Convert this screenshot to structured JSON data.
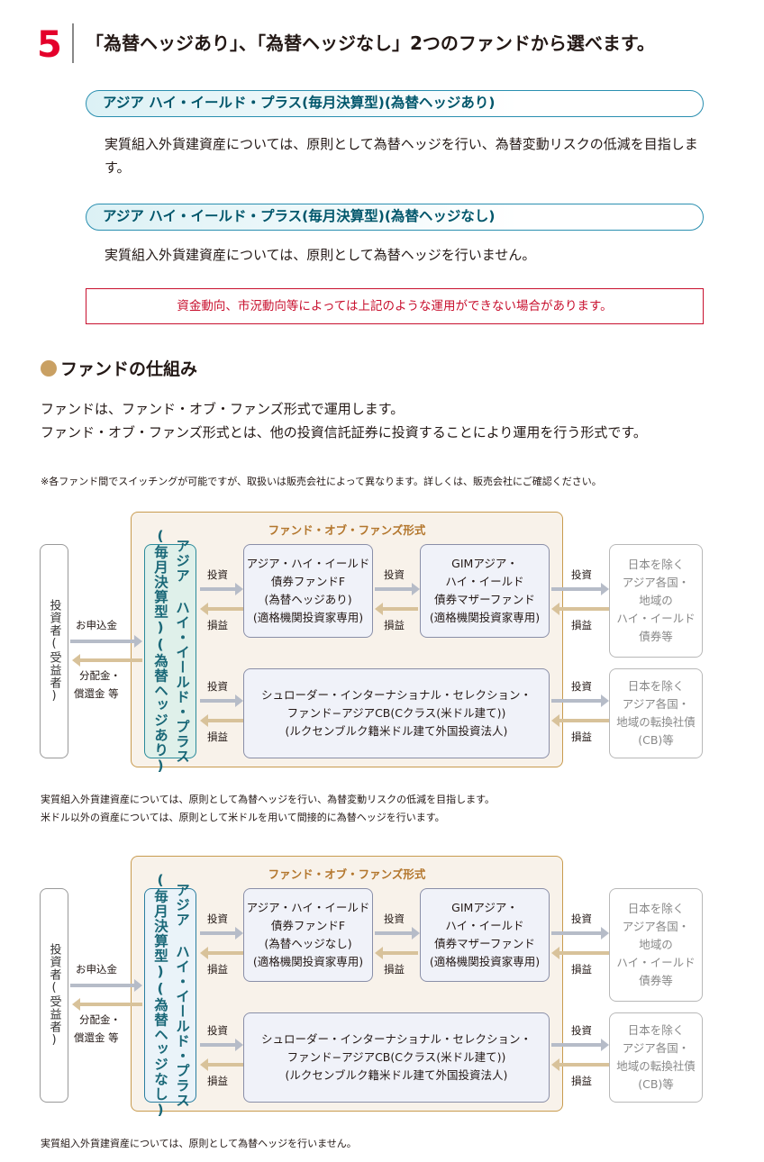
{
  "section": {
    "number": "5",
    "title": "「為替ヘッジあり」、「為替ヘッジなし」2つのファンドから選べます。"
  },
  "fund_hedged": {
    "title": "アジア ハイ・イールド・プラス(毎月決算型)(為替ヘッジあり)",
    "description": "実質組入外貨建資産については、原則として為替ヘッジを行い、為替変動リスクの低減を目指します。"
  },
  "fund_unhedged": {
    "title": "アジア ハイ・イールド・プラス(毎月決算型)(為替ヘッジなし)",
    "description": "実質組入外貨建資産については、原則として為替ヘッジを行いません。"
  },
  "warning": "資金動向、市況動向等によっては上記のような運用ができない場合があります。",
  "structure": {
    "heading": "ファンドの仕組み",
    "lines": [
      "ファンドは、ファンド・オブ・ファンズ形式で運用します。",
      "ファンド・オブ・ファンズ形式とは、他の投資信託証券に投資することにより運用を行う形式です。"
    ],
    "note": "※各ファンド間でスイッチングが可能ですが、取扱いは販売会社によって異なります。詳しくは、販売会社にご確認ください。"
  },
  "diagram_common": {
    "fof_label": "ファンド・オブ・ファンズ形式",
    "investor": "投資者(受益者)",
    "apply": "お申込金",
    "payout_l1": "分配金・",
    "payout_l2": "償還金 等",
    "invest": "投資",
    "pl": "損益",
    "bond_fund_l1": "アジア・ハイ・イールド",
    "bond_fund_l2": "債券ファンドF",
    "institutional": "(適格機関投資家専用)",
    "mother_l1": "GIMアジア・",
    "mother_l2": "ハイ・イールド",
    "mother_l3": "債券マザーファンド",
    "schroder_l1": "シュローダー・インターナショナル・セレクション・",
    "schroder_l2": "ファンド−アジアCB(Cクラス(米ドル建て))",
    "schroder_l3": "(ルクセンブルク籍米ドル建て外国投資法人)",
    "target1_l1": "日本を除く",
    "target1_l2": "アジア各国・",
    "target1_l3": "地域の",
    "target1_l4": "ハイ・イールド",
    "target1_l5": "債券等",
    "target2_l1": "日本を除く",
    "target2_l2": "アジア各国・",
    "target2_l3": "地域の転換社債",
    "target2_l4": "(CB)等"
  },
  "diagram1": {
    "fund_v1": "アジア ハイ・イールド・プラス",
    "fund_v2": "(毎月決算型)(為替ヘッジあり)",
    "bond_fund_l3": "(為替ヘッジあり)",
    "note_l1": "実質組入外貨建資産については、原則として為替ヘッジを行い、為替変動リスクの低減を目指します。",
    "note_l2": "米ドル以外の資産については、原則として米ドルを用いて間接的に為替ヘッジを行います。"
  },
  "diagram2": {
    "fund_v1": "アジア ハイ・イールド・プラス",
    "fund_v2": "(毎月決算型)(為替ヘッジなし)",
    "bond_fund_l3": "(為替ヘッジなし)",
    "note_l1": "実質組入外貨建資産については、原則として為替ヘッジを行いません。"
  }
}
